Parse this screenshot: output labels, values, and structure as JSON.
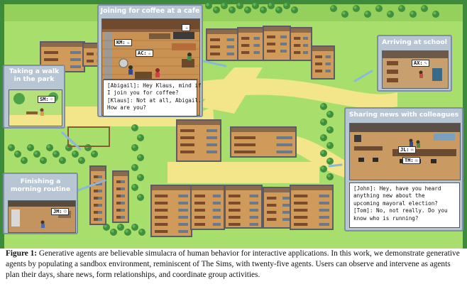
{
  "scenes": [
    {
      "id": "coffee",
      "title": "Joining for coffee at a cafe",
      "tags": [
        {
          "initials": "KM:",
          "emoji": "☕"
        },
        {
          "initials": "AC:",
          "emoji": "☕"
        },
        {
          "initials": "",
          "emoji": "☕"
        }
      ],
      "dialogue": "[Abigail]: Hey Klaus, mind if\nI join you for coffee?\n[Klaus]: Not at all, Abigail.\nHow are you?"
    },
    {
      "id": "park",
      "title": "Taking a walk\nin the park",
      "tags": [
        {
          "initials": "SM:",
          "emoji": "☼"
        }
      ]
    },
    {
      "id": "school",
      "title": "Arriving at school",
      "tags": [
        {
          "initials": "AX:",
          "emoji": "✎"
        }
      ]
    },
    {
      "id": "news",
      "title": "Sharing news with colleagues",
      "tags": [
        {
          "initials": "JL:",
          "emoji": "✉"
        },
        {
          "initials": "TM:",
          "emoji": "✉"
        }
      ],
      "dialogue": "[John]: Hey, have you heard\nanything new about the\nupcoming mayoral election?\n[Tom]: No, not really. Do you\nknow who is running?"
    },
    {
      "id": "morning",
      "title": "Finishing a\nmorning routine",
      "tags": [
        {
          "initials": "JM:",
          "emoji": "☺"
        }
      ]
    }
  ],
  "caption": {
    "label": "Figure 1:",
    "text": " Generative agents are believable simulacra of human behavior for interactive applications. In this work, we demonstrate generative agents by populating a sandbox environment, reminiscent of The Sims, with twenty-five agents. Users can observe and intervene as agents plan their days, share news, form relationships, and coordinate group activities."
  },
  "colors": {
    "grass": "#a8de6c",
    "path": "#f2e58a",
    "panel_frame": "#b8c6d4",
    "connector": "#8bb7d8",
    "floor": "#cf9a5a",
    "roof": "#5c5c66"
  },
  "icons": [
    "cafe-floor",
    "tree",
    "bench",
    "agent-sprite",
    "speech-bubble"
  ]
}
